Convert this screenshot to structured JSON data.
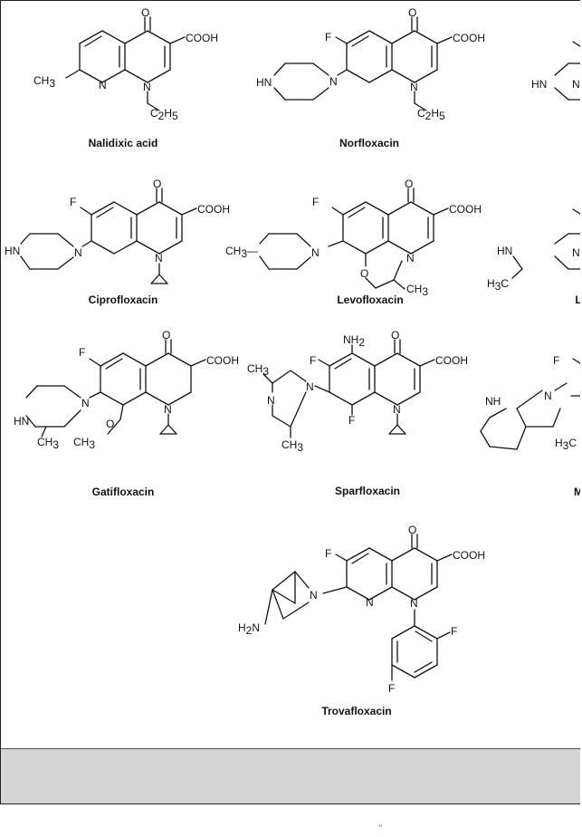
{
  "compounds": [
    {
      "name": "Nalidixic acid"
    },
    {
      "name": "Norfloxacin"
    },
    {
      "name": "Ciprofloxacin"
    },
    {
      "name": "Levofloxacin"
    },
    {
      "name": "Gatifloxacin"
    },
    {
      "name": "Sparfloxacin"
    },
    {
      "name": "Trovafloxacin"
    }
  ],
  "cut_labels": [
    "L",
    "M"
  ],
  "atoms": {
    "O": "O",
    "F": "F",
    "N": "N",
    "HN": "HN",
    "NH": "NH",
    "H2N": "H2N",
    "NH2": "NH2",
    "COOH": "COOH",
    "CH3": "CH3",
    "C2H5": "C2H5",
    "H3C": "H3C",
    "CH3dash": "CH3—"
  },
  "page_mark": "\""
}
